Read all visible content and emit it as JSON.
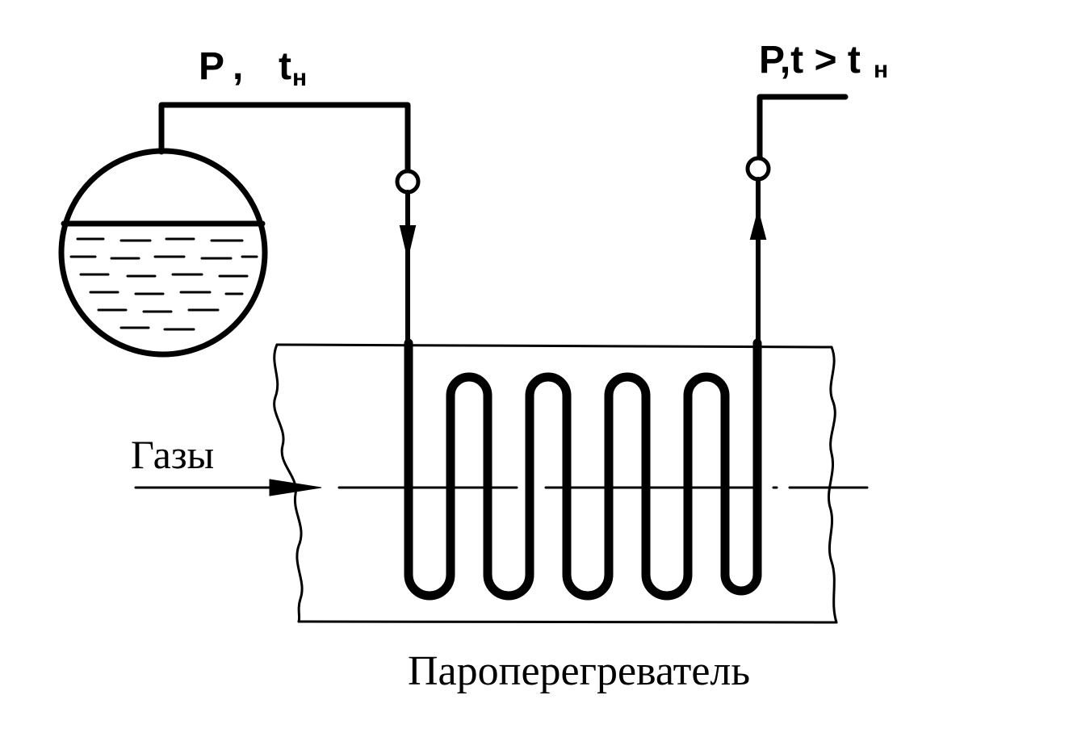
{
  "labels": {
    "inlet_p": "P",
    "inlet_sep": ",",
    "inlet_t": "t",
    "inlet_t_sub": "н",
    "outlet_main": "P,t > t",
    "outlet_sub": "н",
    "gases": "Газы",
    "caption": "Пароперегреватель"
  },
  "colors": {
    "ink": "#000000",
    "background": "#ffffff"
  }
}
